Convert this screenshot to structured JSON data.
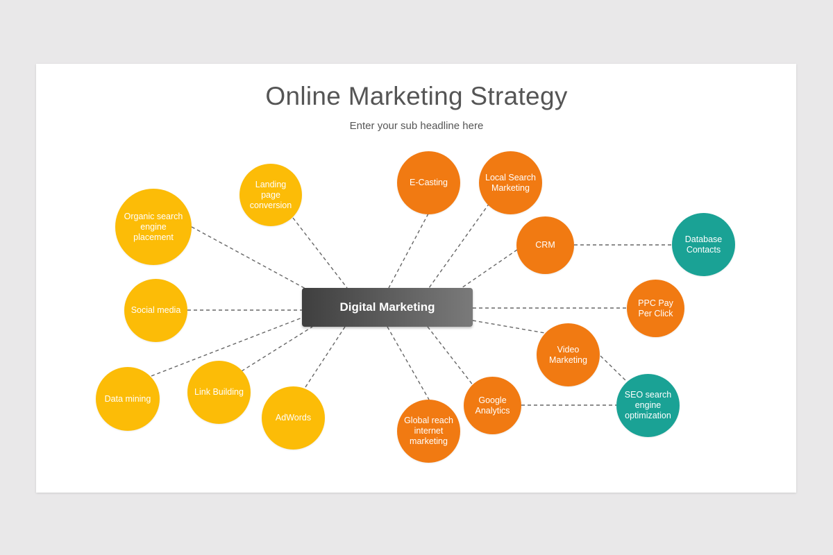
{
  "title": "Online Marketing Strategy",
  "subtitle": "Enter your sub headline here",
  "center_label": "Digital Marketing",
  "colors": {
    "yellow": "#fcbc07",
    "orange": "#f17a12",
    "teal": "#1aa295",
    "center_dark": "#3f3f3f",
    "center_light": "#7a7a7a",
    "connector": "#666666"
  },
  "nodes": {
    "organic_search": "Organic search engine placement",
    "landing_page": "Landing page conversion",
    "social_media": "Social media",
    "data_mining": "Data mining",
    "link_building": "Link Building",
    "adwords": "AdWords",
    "e_casting": "E-Casting",
    "local_search": "Local Search Marketing",
    "crm": "CRM",
    "database_contacts": "Database Contacts",
    "ppc": "PPC Pay Per Click",
    "video_marketing": "Video Marketing",
    "seo": "SEO search engine optimization",
    "google_analytics": "Google Analytics",
    "global_reach": "Global reach internet marketing"
  }
}
